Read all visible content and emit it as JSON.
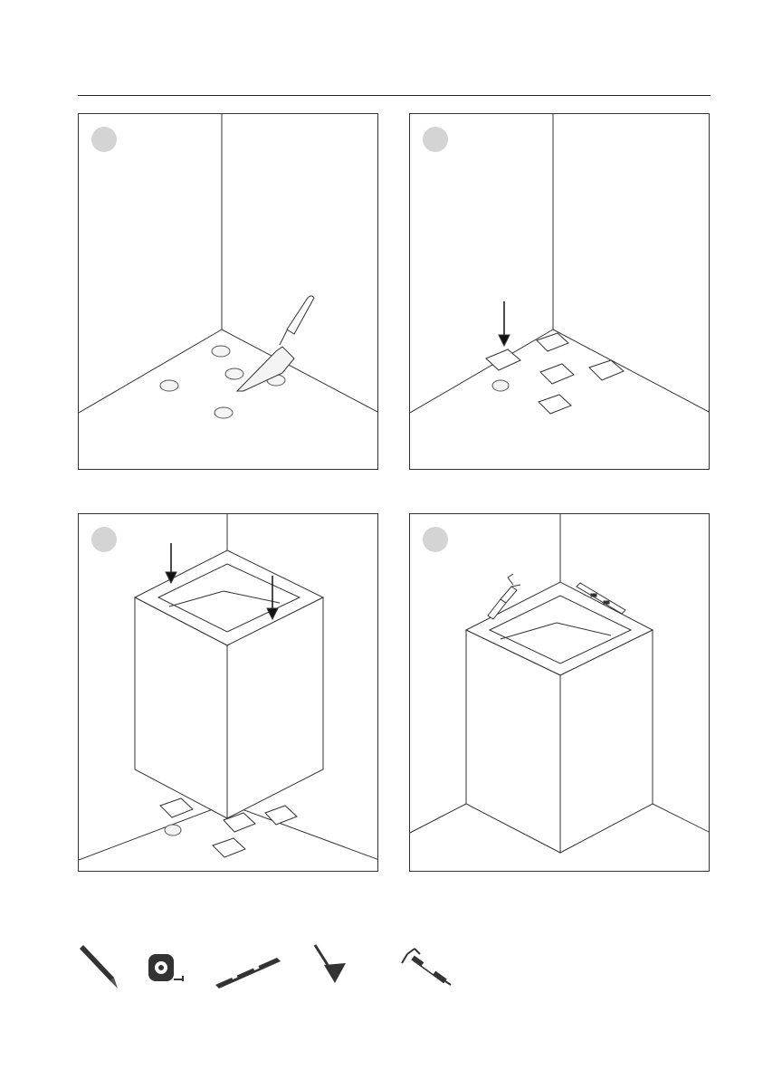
{
  "page": {
    "panels": [
      {
        "id": "step-1",
        "icons": [
          "mortar-dab-icon",
          "trowel-icon"
        ]
      },
      {
        "id": "step-2",
        "icons": [
          "shim-pad-icon",
          "down-arrow-icon"
        ]
      },
      {
        "id": "step-3",
        "icons": [
          "tray-unit-icon",
          "down-arrow-icon"
        ]
      },
      {
        "id": "step-4",
        "icons": [
          "tray-unit-icon",
          "caulk-gun-icon",
          "spirit-level-icon"
        ]
      }
    ],
    "tools": [
      "pencil-icon",
      "tape-measure-icon",
      "spirit-level-icon",
      "trowel-icon",
      "caulk-gun-icon"
    ]
  }
}
